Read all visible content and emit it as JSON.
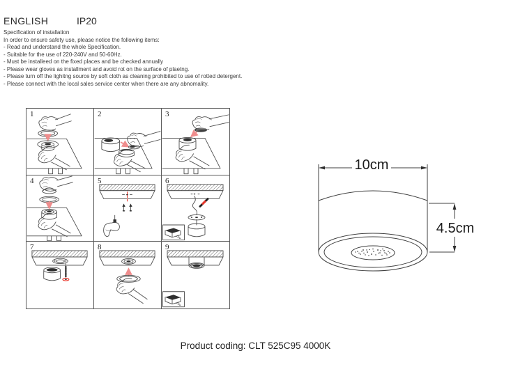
{
  "header": {
    "language": "ENGLISH",
    "ip_rating": "IP20"
  },
  "spec": {
    "title": "Specification of installation",
    "intro": "In order to ensure safety use, please notice the following items:",
    "items": [
      "- Read and understand the whole Specification.",
      "- Suitable for the use of 220-240V and 50-60Hz.",
      "- Must be installeed on the fixed places and be checked annually",
      "- Please wear gloves as installment and avoid rot on the surface of plaetng.",
      "- Please turn off the lighitng source by soft cloth as cleaning prohibited to use of rotted detergent.",
      "- Please connect with the local sales service center when there are any abnomality."
    ]
  },
  "steps": [
    {
      "number": "1",
      "icon": "hand-placing-ring-on-fixture"
    },
    {
      "number": "2",
      "icon": "hand-inserting-driver-into-body"
    },
    {
      "number": "3",
      "icon": "hand-pressing-led-module"
    },
    {
      "number": "4",
      "icon": "hand-attaching-cover-ring"
    },
    {
      "number": "5",
      "icon": "drilling-ceiling-holes-screws"
    },
    {
      "number": "6",
      "icon": "connecting-wire-to-mounting-plate"
    },
    {
      "number": "7",
      "icon": "fixing-mounting-plate-screwdriver"
    },
    {
      "number": "8",
      "icon": "pushing-fixture-onto-ceiling-mount"
    },
    {
      "number": "9",
      "icon": "installation-complete-ceiling"
    }
  ],
  "dimensions": {
    "width_label": "10cm",
    "height_label": "4.5cm"
  },
  "footer": {
    "product_coding": "Product coding: CLT 525C95 4000K"
  },
  "colors": {
    "line": "#4d4d4d",
    "arrow_red": "#ef8d8d",
    "accent_red": "#e8392e"
  }
}
